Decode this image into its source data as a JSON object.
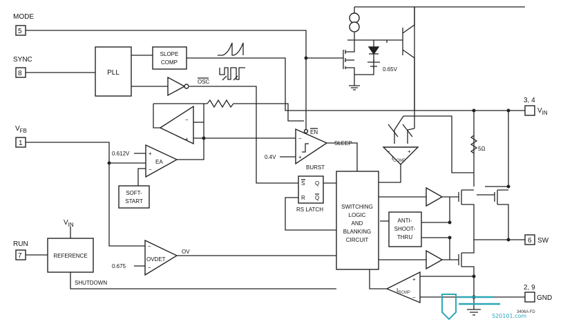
{
  "pins": {
    "mode": {
      "label": "MODE",
      "number": "5"
    },
    "sync": {
      "label": "SYNC",
      "number": "8"
    },
    "vfb": {
      "label": "V",
      "sub": "FB",
      "number": "1"
    },
    "run": {
      "label": "RUN",
      "number": "7"
    },
    "vin": {
      "number": "3, 4",
      "label": "V",
      "sub": "IN"
    },
    "sw": {
      "number": "6",
      "label": "SW"
    },
    "gnd": {
      "number": "2, 9",
      "label": "GND"
    }
  },
  "blocks": {
    "pll": "PLL",
    "slope_comp_1": "SLOPE",
    "slope_comp_2": "COMP",
    "soft_start_1": "SOFT-",
    "soft_start_2": "START",
    "reference": "REFERENCE",
    "switching_1": "SWITCHING",
    "switching_2": "LOGIC",
    "switching_3": "AND",
    "switching_4": "BLANKING",
    "switching_5": "CIRCUIT",
    "anti_1": "ANTI-",
    "anti_2": "SHOOT-",
    "anti_3": "THRU",
    "rs_latch": "RS LATCH",
    "latch_s": "S",
    "latch_q": "Q",
    "latch_r": "R",
    "latch_qbar": "Q"
  },
  "labels": {
    "osc": "OSC",
    "en": "EN",
    "sleep": "SLEEP",
    "burst": "BURST",
    "v04": "0.4V",
    "v0612": "0.612V",
    "ea": "EA",
    "ovdet": "OVDET",
    "ov": "OV",
    "v0675": "0.675",
    "shutdown": "SHUTDOWN",
    "vin_ref": "V",
    "vin_ref_sub": "IN",
    "v065": "0.65V",
    "r5": "5Ω",
    "icomp": "I",
    "icomp_sub": "COMP",
    "ircmp": "I",
    "ircmp_sub": "RCMP",
    "plus": "+",
    "minus": "−",
    "fig_id": "3406A FD"
  },
  "watermark": {
    "text": "S20101.com"
  },
  "colors": {
    "line": "#222222",
    "watermark": "#2aa7b8"
  }
}
